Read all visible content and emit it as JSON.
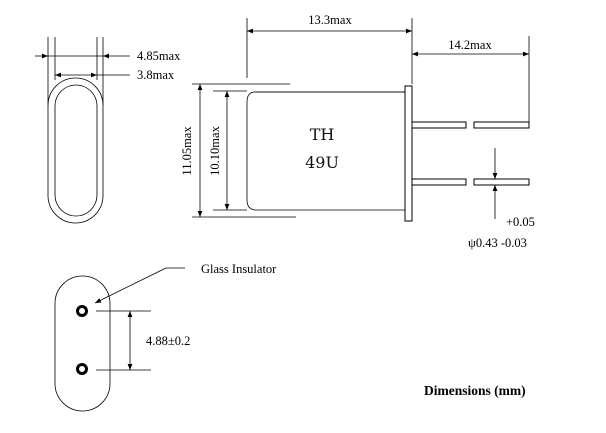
{
  "diagram": {
    "title": "Dimensions (mm)",
    "units": "mm",
    "part_marking": {
      "line1": "TH",
      "line2": "49U"
    },
    "dimensions": {
      "outer_width": "4.85max",
      "inner_width": "3.8max",
      "body_length": "13.3max",
      "lead_length": "14.2max",
      "outer_height": "11.05max",
      "inner_height": "10.10max",
      "lead_diameter_tol_plus": "+0.05",
      "lead_diameter": "ψ0.43 -0.03",
      "lead_pitch": "4.88±0.2"
    },
    "callouts": {
      "glass_insulator": "Glass Insulator"
    },
    "views": [
      "top-view",
      "side-view",
      "bottom-view"
    ]
  }
}
